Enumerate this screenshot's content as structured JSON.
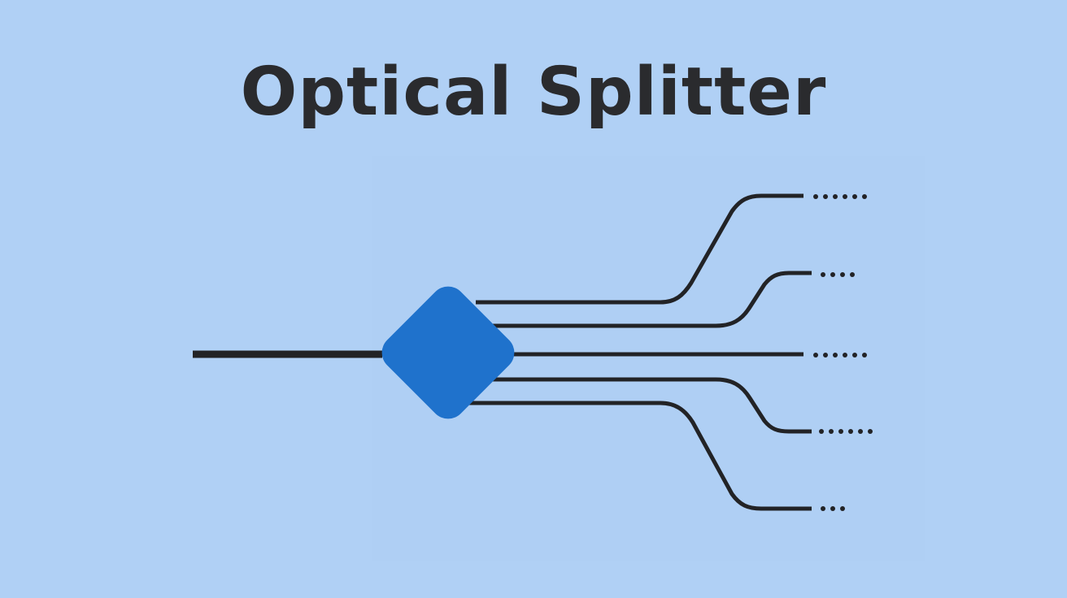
{
  "title": "Optical Splitter",
  "colors": {
    "background": "#b0d0f5",
    "panel": "#afcff4",
    "splitter": "#1f72cc",
    "line": "#222326",
    "title": "#2a2b2e"
  },
  "diagram": {
    "input_fibers": 1,
    "output_fibers": 5,
    "splitter_shape": "rounded-diamond"
  }
}
